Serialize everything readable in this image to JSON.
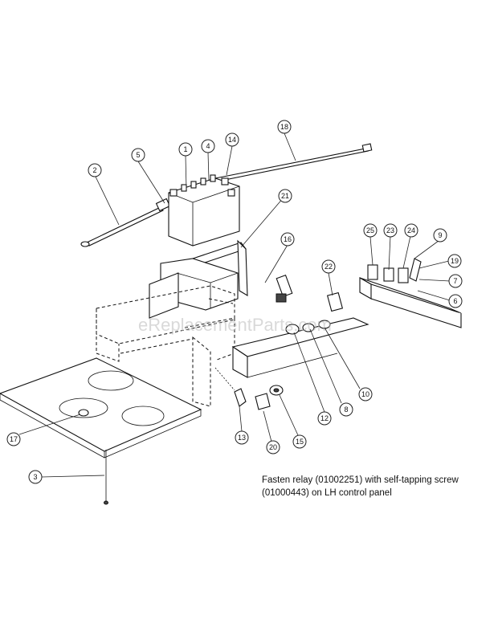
{
  "watermark": "eReplacementParts.com",
  "note": {
    "line1": "Fasten relay (01002251) with self-tapping screw",
    "line2": "(01000443) on LH control panel"
  },
  "callouts": [
    "1",
    "2",
    "3",
    "4",
    "5",
    "6",
    "7",
    "8",
    "9",
    "10",
    "12",
    "13",
    "14",
    "15",
    "16",
    "17",
    "18",
    "19",
    "20",
    "21",
    "22",
    "23",
    "24",
    "25"
  ]
}
